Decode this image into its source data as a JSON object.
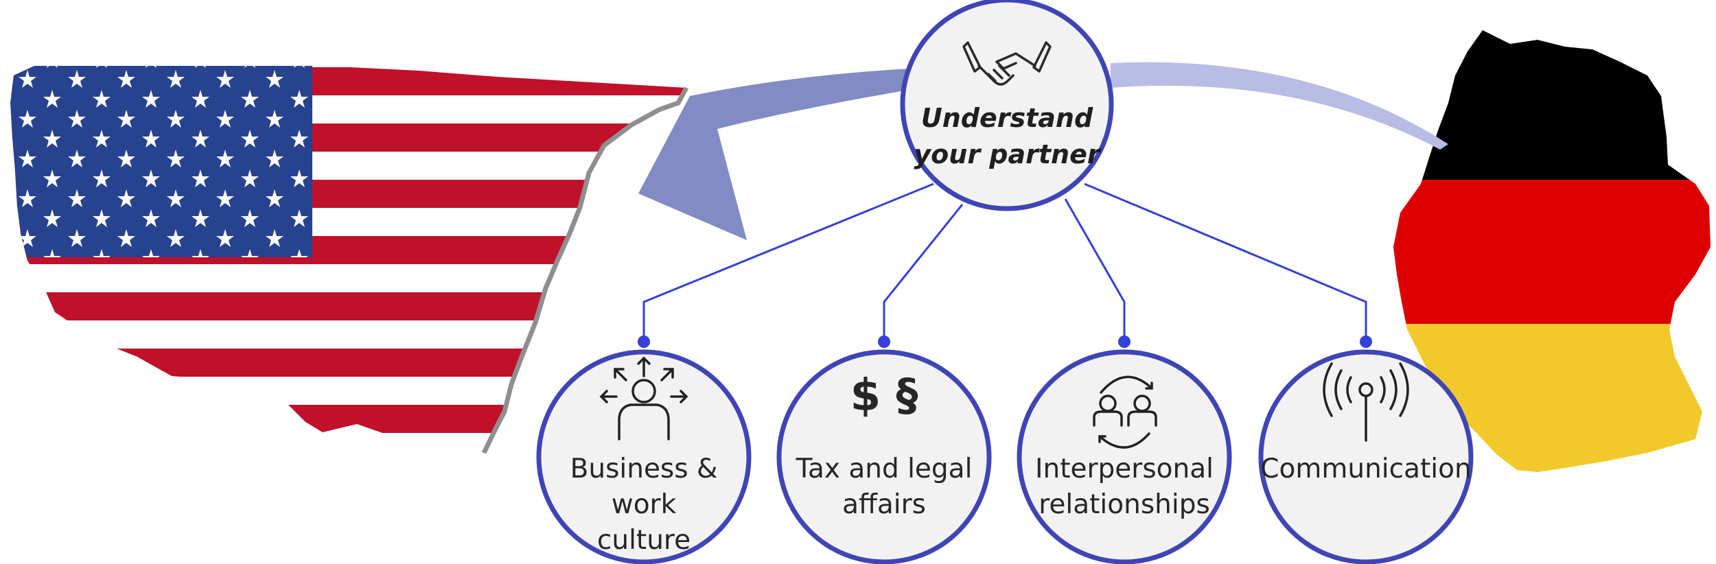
{
  "center_node": {
    "icon": "handshake-icon",
    "line1": "Understand",
    "line2": "your partner"
  },
  "nodes": [
    {
      "icon": "people-directions-icon",
      "line1": "Business & work",
      "line2": "culture"
    },
    {
      "icon": "dollar-section-icon",
      "line1": "Tax and legal",
      "line2": "affairs",
      "symbols": "$ §"
    },
    {
      "icon": "people-exchange-icon",
      "line1": "Interpersonal",
      "line2": "relationships"
    },
    {
      "icon": "antenna-broadcast-icon",
      "line1": "Communication"
    }
  ],
  "maps": {
    "left": "usa-flag-map",
    "right": "germany-flag-map"
  },
  "colors": {
    "node_border": "#3f45b5",
    "node_fill": "#f2f2f2",
    "connector": "#3440d8",
    "arrow": "#7a86c2",
    "usa_red": "#c0102a",
    "usa_blue": "#27428f",
    "germany_black": "#000000",
    "germany_red": "#dd0000",
    "germany_gold": "#f2c92b"
  }
}
